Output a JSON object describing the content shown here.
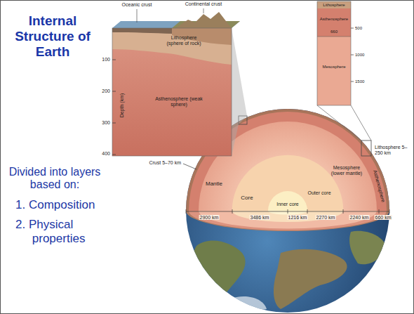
{
  "diagram": {
    "title": "Internal Structure of Earth",
    "labels": [
      "Divided into layers based on:",
      "1. Composition",
      "2. Physical properties",
      "Oceanic crust",
      "Continental crust",
      "Lithosphere (sphere of rock)",
      "Depth (km)",
      "100",
      "200",
      "300",
      "400",
      "Asthenosphere (weak sphere)",
      "Lithosphere",
      "Asthenosphere",
      "660",
      "Mesosphere",
      "500",
      "1000",
      "1500",
      "Crust 5–70 km",
      "Lithosphere 5–250 km",
      "Mantle",
      "Core",
      "Inner core",
      "Outer core",
      "Mesosphere (lower mantle)",
      "Asthenosphere",
      "2900 km",
      "3486 km",
      "1216 km",
      "2270 km",
      "2240 km",
      "660 km"
    ]
  }
}
